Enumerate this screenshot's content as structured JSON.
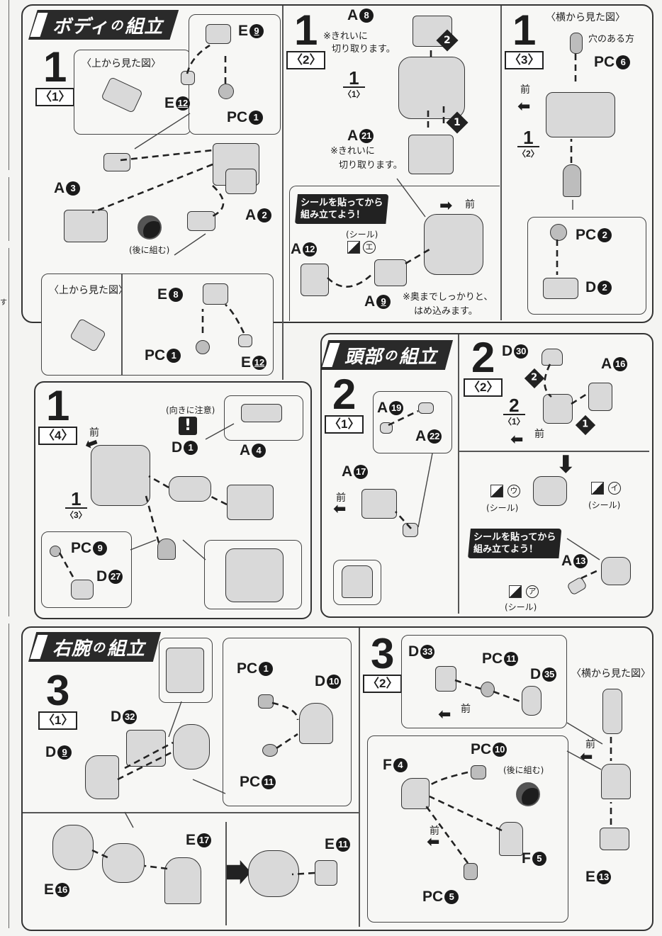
{
  "sections": {
    "body": {
      "title_main": "ボディ",
      "title_no": "の",
      "title_end": "組立"
    },
    "head": {
      "title_main": "頭部",
      "title_no": "の",
      "title_end": "組立"
    },
    "arm": {
      "title_main": "右腕",
      "title_no": "の",
      "title_end": "組立"
    }
  },
  "edge_text": "す",
  "body_step_1_1": {
    "step": "1",
    "sub": "〈1〉",
    "top_view": "〈上から見た図〉",
    "top_view_2": "〈上から見た図〉",
    "back_note": "(後に組む)",
    "parts": {
      "e9": "E",
      "e9n": "9",
      "e12": "E",
      "e12n": "12",
      "pc1": "PC",
      "pc1n": "1",
      "a3": "A",
      "a3n": "3",
      "a2": "A",
      "a2n": "2",
      "e8": "E",
      "e8n": "8",
      "pc1b": "PC",
      "pc1bn": "1",
      "e12b": "E",
      "e12bn": "12"
    }
  },
  "body_step_1_2": {
    "step": "1",
    "sub": "〈2〉",
    "a8": "A",
    "a8n": "8",
    "note_a8_1": "※きれいに",
    "note_a8_2": "切り取ります。",
    "ref_num": "1",
    "ref_sub": "〈1〉",
    "a21": "A",
    "a21n": "21",
    "note_a21_1": "※きれいに",
    "note_a21_2": "切り取ります。",
    "sticker_badge_1": "シールを貼ってから",
    "sticker_badge_2": "組み立てよう！",
    "front": "前",
    "a12": "A",
    "a12n": "12",
    "seal_label": "(シール)",
    "seal_kana": "エ",
    "a9": "A",
    "a9n": "9",
    "note_push_1": "※奥までしっかりと、",
    "note_push_2": "はめ込みます。",
    "arrow_1": "1",
    "arrow_2": "2"
  },
  "body_step_1_3": {
    "step": "1",
    "sub": "〈3〉",
    "side_view": "〈横から見た図〉",
    "hole_side": "穴のある方",
    "pc6": "PC",
    "pc6n": "6",
    "front": "前",
    "ref_num": "1",
    "ref_sub": "〈2〉",
    "pc2": "PC",
    "pc2n": "2",
    "d2": "D",
    "d2n": "2"
  },
  "body_step_1_4": {
    "step": "1",
    "sub": "〈4〉",
    "orient_note": "(向きに注意)",
    "d1": "D",
    "d1n": "1",
    "a4": "A",
    "a4n": "4",
    "front": "前",
    "ref_num": "1",
    "ref_sub": "〈3〉",
    "pc9": "PC",
    "pc9n": "9",
    "d27": "D",
    "d27n": "27"
  },
  "head_step_2_1": {
    "step": "2",
    "sub": "〈1〉",
    "a19": "A",
    "a19n": "19",
    "a22": "A",
    "a22n": "22",
    "a17": "A",
    "a17n": "17",
    "front": "前"
  },
  "head_step_2_2": {
    "step": "2",
    "sub": "〈2〉",
    "d30": "D",
    "d30n": "30",
    "a16": "A",
    "a16n": "16",
    "ref_num": "2",
    "ref_sub": "〈1〉",
    "front": "前",
    "seal_u": "ウ",
    "seal_i": "イ",
    "seal_a": "ア",
    "seal_label": "(シール)",
    "sticker_badge_1": "シールを貼ってから",
    "sticker_badge_2": "組み立てよう！",
    "a13": "A",
    "a13n": "13",
    "arrow_1": "1",
    "arrow_2": "2"
  },
  "arm_step_3_1": {
    "step": "3",
    "sub": "〈1〉",
    "pc1": "PC",
    "pc1n": "1",
    "d10": "D",
    "d10n": "10",
    "d32": "D",
    "d32n": "32",
    "d9": "D",
    "d9n": "9",
    "pc11": "PC",
    "pc11n": "11",
    "e17": "E",
    "e17n": "17",
    "e11": "E",
    "e11n": "11",
    "e16": "E",
    "e16n": "16"
  },
  "arm_step_3_2": {
    "step": "3",
    "sub": "〈2〉",
    "d33": "D",
    "d33n": "33",
    "pc11": "PC",
    "pc11n": "11",
    "d35": "D",
    "d35n": "35",
    "side_view": "〈横から見た図〉",
    "front": "前",
    "pc10": "PC",
    "pc10n": "10",
    "back_note": "(後に組む)",
    "f4": "F",
    "f4n": "4",
    "f5": "F",
    "f5n": "5",
    "pc5": "PC",
    "pc5n": "5",
    "e13": "E",
    "e13n": "13"
  },
  "colors": {
    "ink": "#1e1e1e",
    "paper": "#f4f4f2",
    "part": "#d9d9d9",
    "title_bg": "#2a2a2a"
  }
}
